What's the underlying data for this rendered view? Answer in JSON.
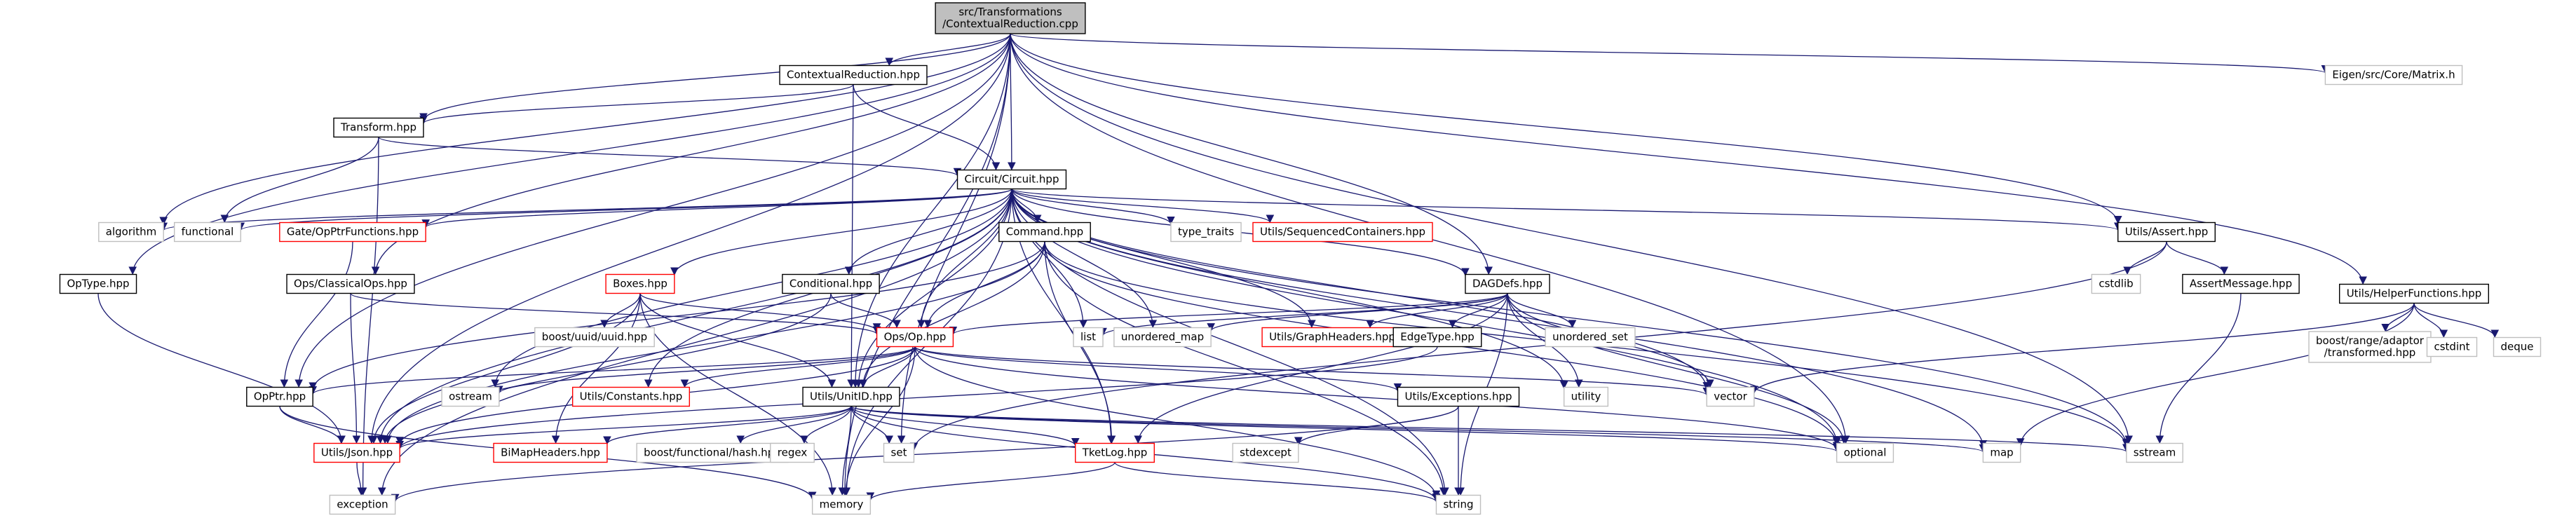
{
  "graph": {
    "title": "src/Transformations/ContextualReduction.cpp",
    "colors": {
      "edge": "#191970",
      "root_fill": "#bfbfbf",
      "documented_border": "#000000",
      "undocumented_border": "#ff0000",
      "external_border": "#bfbfbf",
      "text": "#000000"
    },
    "nodes": [
      {
        "id": "root",
        "lines": [
          "src/Transformations",
          "/ContextualReduction.cpp"
        ],
        "kind": "root"
      },
      {
        "id": "ctxred",
        "lines": [
          "ContextualReduction.hpp"
        ],
        "kind": "documented"
      },
      {
        "id": "eigen",
        "lines": [
          "Eigen/src/Core/Matrix.h"
        ],
        "kind": "external"
      },
      {
        "id": "transform",
        "lines": [
          "Transform.hpp"
        ],
        "kind": "documented"
      },
      {
        "id": "circuit",
        "lines": [
          "Circuit/Circuit.hpp"
        ],
        "kind": "documented"
      },
      {
        "id": "algorithm",
        "lines": [
          "algorithm"
        ],
        "kind": "external"
      },
      {
        "id": "functional",
        "lines": [
          "functional"
        ],
        "kind": "external"
      },
      {
        "id": "gateopptr",
        "lines": [
          "Gate/OpPtrFunctions.hpp"
        ],
        "kind": "undocumented"
      },
      {
        "id": "command",
        "lines": [
          "Command.hpp"
        ],
        "kind": "documented"
      },
      {
        "id": "typetraits",
        "lines": [
          "type_traits"
        ],
        "kind": "external"
      },
      {
        "id": "seqcont",
        "lines": [
          "Utils/SequencedContainers.hpp"
        ],
        "kind": "undocumented"
      },
      {
        "id": "assert",
        "lines": [
          "Utils/Assert.hpp"
        ],
        "kind": "documented"
      },
      {
        "id": "optype",
        "lines": [
          "OpType.hpp"
        ],
        "kind": "documented"
      },
      {
        "id": "classicalops",
        "lines": [
          "Ops/ClassicalOps.hpp"
        ],
        "kind": "documented"
      },
      {
        "id": "boxes",
        "lines": [
          "Boxes.hpp"
        ],
        "kind": "undocumented"
      },
      {
        "id": "conditional",
        "lines": [
          "Conditional.hpp"
        ],
        "kind": "documented"
      },
      {
        "id": "dagdefs",
        "lines": [
          "DAGDefs.hpp"
        ],
        "kind": "documented"
      },
      {
        "id": "cstdlib",
        "lines": [
          "cstdlib"
        ],
        "kind": "external"
      },
      {
        "id": "assertmsg",
        "lines": [
          "AssertMessage.hpp"
        ],
        "kind": "documented"
      },
      {
        "id": "helperfn",
        "lines": [
          "Utils/HelperFunctions.hpp"
        ],
        "kind": "documented"
      },
      {
        "id": "boostuuid",
        "lines": [
          "boost/uuid/uuid.hpp"
        ],
        "kind": "external"
      },
      {
        "id": "opsop",
        "lines": [
          "Ops/Op.hpp"
        ],
        "kind": "undocumented"
      },
      {
        "id": "list",
        "lines": [
          "list"
        ],
        "kind": "external"
      },
      {
        "id": "unordmap",
        "lines": [
          "unordered_map"
        ],
        "kind": "external"
      },
      {
        "id": "graphheaders",
        "lines": [
          "Utils/GraphHeaders.hpp"
        ],
        "kind": "undocumented"
      },
      {
        "id": "edgetype",
        "lines": [
          "EdgeType.hpp"
        ],
        "kind": "documented"
      },
      {
        "id": "unordset",
        "lines": [
          "unordered_set"
        ],
        "kind": "external"
      },
      {
        "id": "boostrange",
        "lines": [
          "boost/range/adaptor",
          "/transformed.hpp"
        ],
        "kind": "external"
      },
      {
        "id": "cstdint",
        "lines": [
          "cstdint"
        ],
        "kind": "external"
      },
      {
        "id": "deque",
        "lines": [
          "deque"
        ],
        "kind": "external"
      },
      {
        "id": "opptr",
        "lines": [
          "OpPtr.hpp"
        ],
        "kind": "documented"
      },
      {
        "id": "ostream",
        "lines": [
          "ostream"
        ],
        "kind": "external"
      },
      {
        "id": "constants",
        "lines": [
          "Utils/Constants.hpp"
        ],
        "kind": "undocumented"
      },
      {
        "id": "unitid",
        "lines": [
          "Utils/UnitID.hpp"
        ],
        "kind": "documented"
      },
      {
        "id": "utility",
        "lines": [
          "utility"
        ],
        "kind": "external"
      },
      {
        "id": "vector",
        "lines": [
          "vector"
        ],
        "kind": "external"
      },
      {
        "id": "exceptions",
        "lines": [
          "Utils/Exceptions.hpp"
        ],
        "kind": "documented"
      },
      {
        "id": "json",
        "lines": [
          "Utils/Json.hpp"
        ],
        "kind": "undocumented"
      },
      {
        "id": "bimap",
        "lines": [
          "BiMapHeaders.hpp"
        ],
        "kind": "undocumented"
      },
      {
        "id": "boosthash",
        "lines": [
          "boost/functional/hash.hpp"
        ],
        "kind": "external"
      },
      {
        "id": "regex",
        "lines": [
          "regex"
        ],
        "kind": "external"
      },
      {
        "id": "set",
        "lines": [
          "set"
        ],
        "kind": "external"
      },
      {
        "id": "tketlog",
        "lines": [
          "TketLog.hpp"
        ],
        "kind": "undocumented"
      },
      {
        "id": "stdexcept",
        "lines": [
          "stdexcept"
        ],
        "kind": "external"
      },
      {
        "id": "optional",
        "lines": [
          "optional"
        ],
        "kind": "external"
      },
      {
        "id": "map",
        "lines": [
          "map"
        ],
        "kind": "external"
      },
      {
        "id": "sstream",
        "lines": [
          "sstream"
        ],
        "kind": "external"
      },
      {
        "id": "exception",
        "lines": [
          "exception"
        ],
        "kind": "external"
      },
      {
        "id": "memory",
        "lines": [
          "memory"
        ],
        "kind": "external"
      },
      {
        "id": "string",
        "lines": [
          "string"
        ],
        "kind": "external"
      }
    ],
    "edges": [
      [
        "root",
        "ctxred"
      ],
      [
        "root",
        "eigen"
      ],
      [
        "root",
        "transform"
      ],
      [
        "root",
        "circuit"
      ],
      [
        "root",
        "algorithm"
      ],
      [
        "root",
        "optype"
      ],
      [
        "root",
        "classicalops"
      ],
      [
        "root",
        "opptr"
      ],
      [
        "root",
        "dagdefs"
      ],
      [
        "root",
        "assert"
      ],
      [
        "root",
        "helperfn"
      ],
      [
        "root",
        "unitid"
      ],
      [
        "root",
        "set"
      ],
      [
        "root",
        "optional"
      ],
      [
        "root",
        "sstream"
      ],
      [
        "root",
        "memory"
      ],
      [
        "root",
        "json"
      ],
      [
        "ctxred",
        "circuit"
      ],
      [
        "ctxred",
        "transform"
      ],
      [
        "ctxred",
        "unitid"
      ],
      [
        "transform",
        "circuit"
      ],
      [
        "transform",
        "functional"
      ],
      [
        "transform",
        "exception"
      ],
      [
        "circuit",
        "algorithm"
      ],
      [
        "circuit",
        "functional"
      ],
      [
        "circuit",
        "gateopptr"
      ],
      [
        "circuit",
        "command"
      ],
      [
        "circuit",
        "typetraits"
      ],
      [
        "circuit",
        "seqcont"
      ],
      [
        "circuit",
        "assert"
      ],
      [
        "circuit",
        "boxes"
      ],
      [
        "circuit",
        "conditional"
      ],
      [
        "circuit",
        "dagdefs"
      ],
      [
        "circuit",
        "list"
      ],
      [
        "circuit",
        "unordmap"
      ],
      [
        "circuit",
        "graphheaders"
      ],
      [
        "circuit",
        "vector"
      ],
      [
        "circuit",
        "utility"
      ],
      [
        "circuit",
        "optional"
      ],
      [
        "circuit",
        "map"
      ],
      [
        "circuit",
        "string"
      ],
      [
        "circuit",
        "sstream"
      ],
      [
        "circuit",
        "memory"
      ],
      [
        "circuit",
        "tketlog"
      ],
      [
        "circuit",
        "constants"
      ],
      [
        "circuit",
        "json"
      ],
      [
        "circuit",
        "unitid"
      ],
      [
        "circuit",
        "ostream"
      ],
      [
        "circuit",
        "exception"
      ],
      [
        "circuit",
        "opsop"
      ],
      [
        "gateopptr",
        "opptr"
      ],
      [
        "command",
        "opsop"
      ],
      [
        "command",
        "unitid"
      ],
      [
        "command",
        "opptr"
      ],
      [
        "command",
        "json"
      ],
      [
        "command",
        "tketlog"
      ],
      [
        "command",
        "optional"
      ],
      [
        "command",
        "sstream"
      ],
      [
        "command",
        "string"
      ],
      [
        "assert",
        "cstdlib"
      ],
      [
        "assert",
        "assertmsg"
      ],
      [
        "assert",
        "set"
      ],
      [
        "assertmsg",
        "sstream"
      ],
      [
        "optype",
        "json"
      ],
      [
        "classicalops",
        "opsop"
      ],
      [
        "classicalops",
        "json"
      ],
      [
        "boxes",
        "opsop"
      ],
      [
        "boxes",
        "boostuuid"
      ],
      [
        "boxes",
        "json"
      ],
      [
        "boxes",
        "bimap"
      ],
      [
        "boxes",
        "unitid"
      ],
      [
        "boxes",
        "memory"
      ],
      [
        "conditional",
        "opsop"
      ],
      [
        "conditional",
        "json"
      ],
      [
        "dagdefs",
        "opsop"
      ],
      [
        "dagdefs",
        "list"
      ],
      [
        "dagdefs",
        "unordmap"
      ],
      [
        "dagdefs",
        "graphheaders"
      ],
      [
        "dagdefs",
        "edgetype"
      ],
      [
        "dagdefs",
        "unordset"
      ],
      [
        "dagdefs",
        "utility"
      ],
      [
        "dagdefs",
        "vector"
      ],
      [
        "dagdefs",
        "optional"
      ],
      [
        "dagdefs",
        "string"
      ],
      [
        "dagdefs",
        "tketlog"
      ],
      [
        "edgetype",
        "json"
      ],
      [
        "helperfn",
        "vector"
      ],
      [
        "helperfn",
        "boostrange"
      ],
      [
        "helperfn",
        "cstdint"
      ],
      [
        "helperfn",
        "deque"
      ],
      [
        "helperfn",
        "map"
      ],
      [
        "opsop",
        "opptr"
      ],
      [
        "opsop",
        "ostream"
      ],
      [
        "opsop",
        "constants"
      ],
      [
        "opsop",
        "unitid"
      ],
      [
        "opsop",
        "exceptions"
      ],
      [
        "opsop",
        "json"
      ],
      [
        "opsop",
        "vector"
      ],
      [
        "opsop",
        "optional"
      ],
      [
        "opsop",
        "memory"
      ],
      [
        "opsop",
        "string"
      ],
      [
        "opptr",
        "json"
      ],
      [
        "opptr",
        "memory"
      ],
      [
        "unitid",
        "json"
      ],
      [
        "unitid",
        "bimap"
      ],
      [
        "unitid",
        "boosthash"
      ],
      [
        "unitid",
        "regex"
      ],
      [
        "unitid",
        "set"
      ],
      [
        "unitid",
        "tketlog"
      ],
      [
        "unitid",
        "optional"
      ],
      [
        "unitid",
        "map"
      ],
      [
        "unitid",
        "sstream"
      ],
      [
        "unitid",
        "memory"
      ],
      [
        "unitid",
        "string"
      ],
      [
        "exceptions",
        "stdexcept"
      ],
      [
        "exceptions",
        "string"
      ],
      [
        "exceptions",
        "exception"
      ],
      [
        "json",
        "exception"
      ],
      [
        "tketlog",
        "memory"
      ],
      [
        "tketlog",
        "string"
      ]
    ]
  }
}
